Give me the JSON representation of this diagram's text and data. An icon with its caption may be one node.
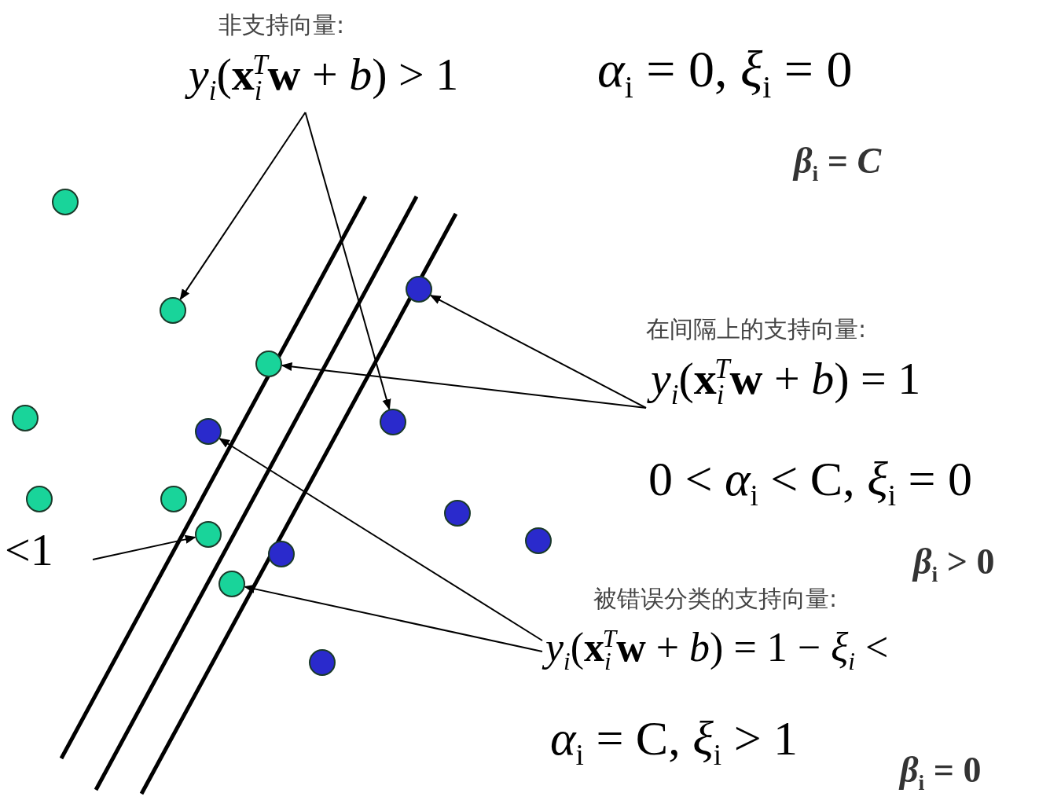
{
  "diagram": {
    "nodes": [
      {
        "text": [
          "非支持向量:",
          "*y*$_{i}$(**x**$_{i}$$^{T}$**w** + *b*) > 1"
        ]
      },
      {
        "text": [
          "在间隔上的支持向量:",
          "*y*$_{i}$(**x**$_{i}$$^{T}$**w** + *b*) = 1"
        ]
      },
      {
        "text": [
          "被错误分类的支持向量:",
          "*y*$_{i}$(**x**$_{i}$$^{T}$**w** + *b*) = 1 − *ξ*$_{i}$ <"
        ]
      },
      {
        "text": [
          "<1"
        ]
      },
      {
        "text": [],
        "shape": "circle"
      },
      {
        "text": [],
        "shape": "circle"
      },
      {
        "text": [],
        "shape": "circle"
      },
      {
        "text": [],
        "shape": "circle"
      },
      {
        "text": [],
        "shape": "circle"
      },
      {
        "text": [],
        "shape": "circle"
      },
      {
        "text": [],
        "shape": "circle"
      },
      {
        "text": [],
        "shape": "circle"
      },
      {
        "text": [],
        "shape": "circle"
      },
      {
        "text": [],
        "shape": "circle"
      },
      {
        "text": [],
        "shape": "circle"
      },
      {
        "text": [],
        "shape": "circle"
      },
      {
        "text": [],
        "shape": "circle"
      },
      {
        "text": [],
        "shape": "circle"
      },
      {
        "text": [],
        "shape": "circle"
      }
    ],
    "edges": [
      {
        "from": 0,
        "to": 6,
        "arrow": "to"
      },
      {
        "from": 0,
        "to": 9,
        "arrow": "to"
      },
      {
        "from": 1,
        "to": 5,
        "arrow": "to"
      },
      {
        "from": 1,
        "to": 7,
        "arrow": "to"
      },
      {
        "from": 2,
        "to": 10,
        "arrow": "to"
      },
      {
        "from": 2,
        "to": 17,
        "arrow": "to"
      },
      {
        "from": 3,
        "to": 14,
        "arrow": "to"
      }
    ],
    "labels": [
      "*α*$_{i}$ = 0, *ξ*$_{i}$ = 0",
      "*β*$_{i}$ = *C*",
      "0 < *α*$_{i}$ < C, *ξ*$_{i}$ = 0",
      "*β*$_{i}$ > 0",
      "*α*$_{i}$ = C, *ξ*$_{i}$ > 1",
      "*β*$_{i}$ = 0"
    ]
  }
}
